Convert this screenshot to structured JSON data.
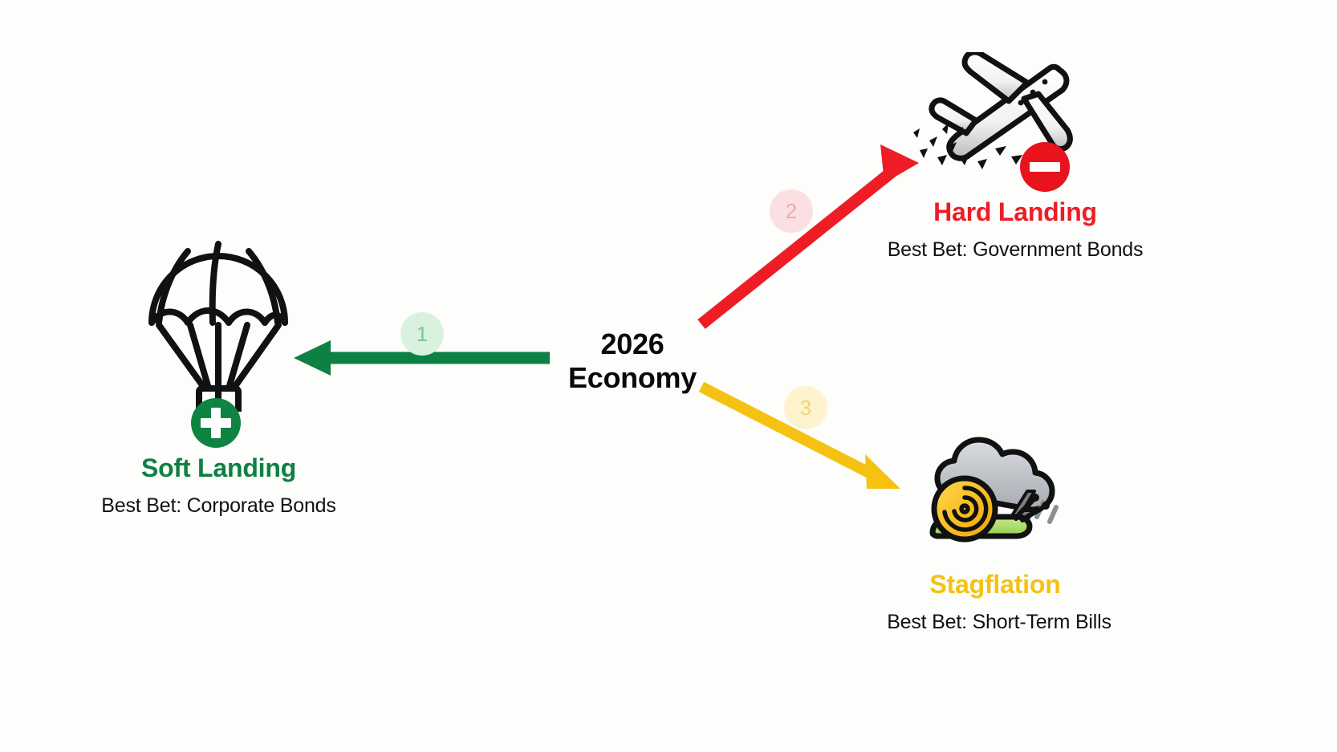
{
  "diagram": {
    "type": "branching-scenario-diagram",
    "background_color": "#fdfdfb",
    "hub": {
      "line1": "2026",
      "line2": "Economy",
      "color": "#0a0a0a"
    },
    "branches": [
      {
        "number": "1",
        "title": "Soft Landing",
        "subtitle": "Best Bet: Corporate Bonds",
        "color": "#0d8043",
        "badge_fill": "#d9f2e0",
        "badge_text_color": "#7cc79a",
        "arrow_direction": "left",
        "icon": "parachute-icon",
        "status_icon": "plus-circle-icon"
      },
      {
        "number": "2",
        "title": "Hard Landing",
        "subtitle": "Best Bet: Government Bonds",
        "color": "#ee1c25",
        "badge_fill": "#fae0e2",
        "badge_text_color": "#eda9ae",
        "arrow_direction": "up-right",
        "icon": "crashing-airplane-icon",
        "status_icon": "minus-circle-icon"
      },
      {
        "number": "3",
        "title": "Stagflation",
        "subtitle": "Best Bet: Short-Term Bills",
        "color": "#f5c211",
        "badge_fill": "#fdf3cd",
        "badge_text_color": "#ebd47a",
        "arrow_direction": "down-right",
        "icon": "snail-storm-cloud-icon",
        "status_icon": "none"
      }
    ]
  }
}
